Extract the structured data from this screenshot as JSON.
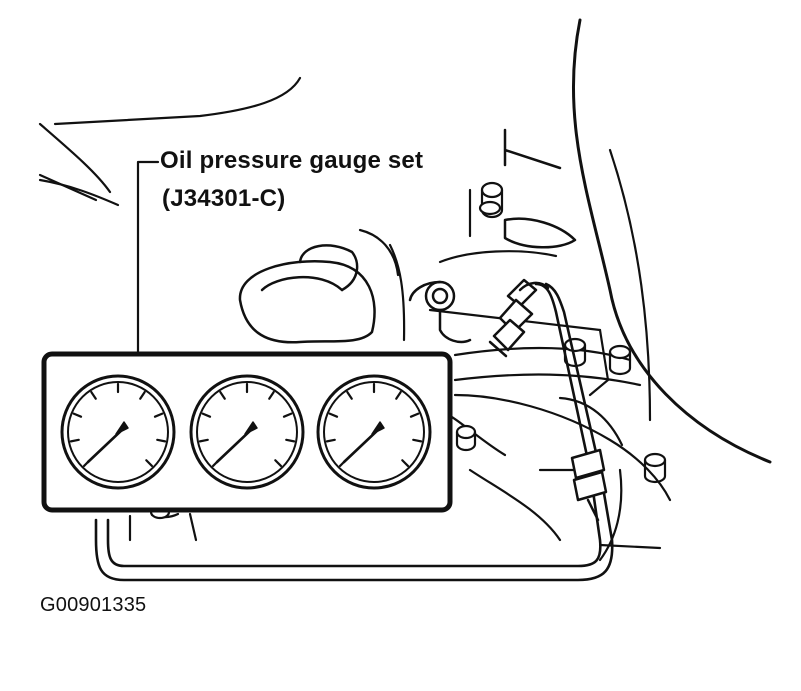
{
  "callout": {
    "line1": "Oil pressure gauge set",
    "line2": "(J34301-C)"
  },
  "figure_id": "G00901335",
  "gauges": [
    {
      "name": "gauge-1"
    },
    {
      "name": "gauge-2"
    },
    {
      "name": "gauge-3"
    }
  ]
}
